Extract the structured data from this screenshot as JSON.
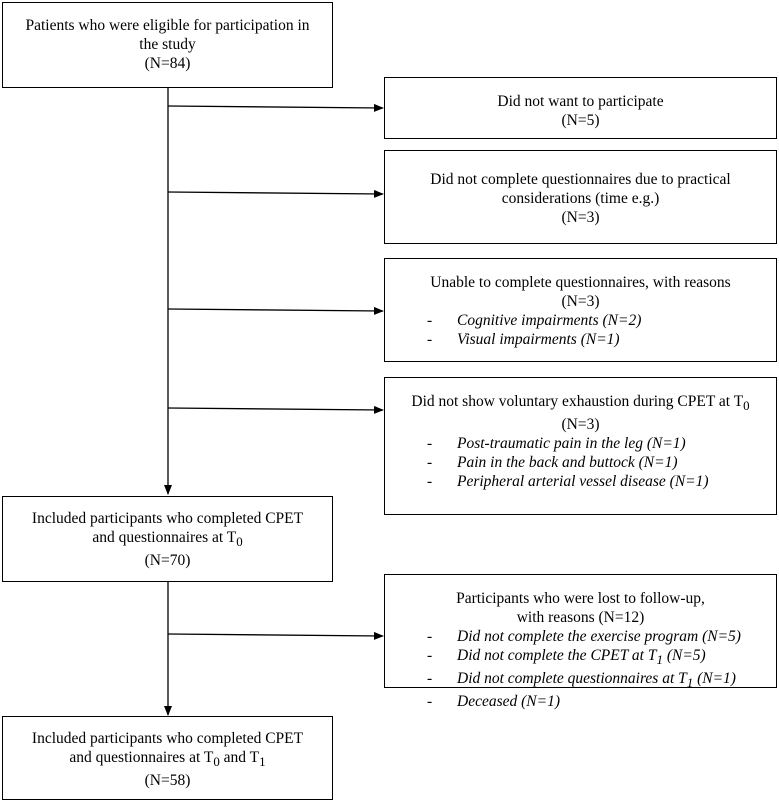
{
  "boxes": {
    "eligible": {
      "lines": [
        "Patients who were eligible for participation in",
        "the study",
        "(N=84)"
      ]
    },
    "not_want": {
      "lines": [
        "Did not want to participate",
        "(N=5)"
      ]
    },
    "practical": {
      "lines": [
        "Did not complete questionnaires due to practical",
        "considerations (time e.g.)",
        "(N=3)"
      ]
    },
    "unable": {
      "lines": [
        "Unable to complete questionnaires, with reasons",
        "(N=3)"
      ],
      "items": [
        "Cognitive impairments (N=2)",
        "Visual impairments (N=1)"
      ]
    },
    "exhaustion": {
      "title": "Did not show voluntary exhaustion during CPET at T",
      "title_sub": "0",
      "count": "(N=3)",
      "items": [
        "Post-traumatic pain in the leg (N=1)",
        "Pain in the back and buttock (N=1)",
        "Peripheral arterial vessel disease (N=1)"
      ]
    },
    "included_t0": {
      "line1": "Included participants who completed CPET",
      "line2_text": "and questionnaires at T",
      "line2_sub": "0",
      "count": "(N=70)"
    },
    "lost": {
      "lines": [
        "Participants who were lost to follow-up,",
        "with reasons (N=12)"
      ],
      "items": [
        {
          "text": "Did not complete the exercise program (N=5)"
        },
        {
          "pre": "Did not complete the CPET at T",
          "sub": "1",
          "post": " (N=5)"
        },
        {
          "pre": "Did not complete questionnaires at T",
          "sub": "1",
          "post": " (N=1)"
        },
        {
          "text": "Deceased (N=1)"
        }
      ]
    },
    "included_t1": {
      "line1": "Included participants who completed CPET",
      "line2_a": "and questionnaires at T",
      "line2_sub_a": "0",
      "line2_b": " and T",
      "line2_sub_b": "1",
      "count": "(N=58)"
    }
  },
  "bullet_char": "-"
}
